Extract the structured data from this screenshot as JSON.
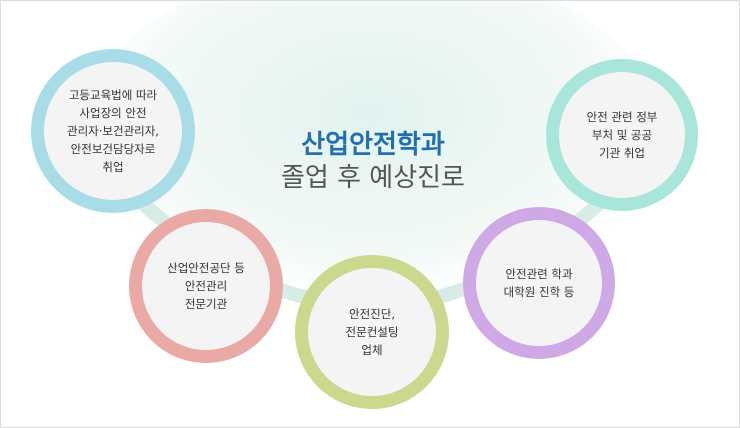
{
  "title": {
    "line1": "산업안전학과",
    "line2": "졸업 후 예상진로"
  },
  "colors": {
    "title_accent": "#1f6fb2",
    "arc": "#d7ece7",
    "glow": "#e2f2ee"
  },
  "nodes": [
    {
      "id": "safety-manager-employment",
      "text": "고등교육법에 따라\n사업장의 안전\n관리자·보건관리자,\n안전보건담당자로\n취업",
      "ring_color": "#a8dde8"
    },
    {
      "id": "safety-agency",
      "text": "산업안전공단 등\n안전관리\n전문기관",
      "ring_color": "#eaa9a4"
    },
    {
      "id": "safety-consulting",
      "text": "안전진단,\n전문컨설팅\n업체",
      "ring_color": "#cad98e"
    },
    {
      "id": "graduate-school",
      "text": "안전관련 학과\n대학원 진학 등",
      "ring_color": "#cfa8e6"
    },
    {
      "id": "government-agency",
      "text": "안전 관련 정부\n부처 및 공공\n기관 취업",
      "ring_color": "#a7e6d9"
    }
  ]
}
